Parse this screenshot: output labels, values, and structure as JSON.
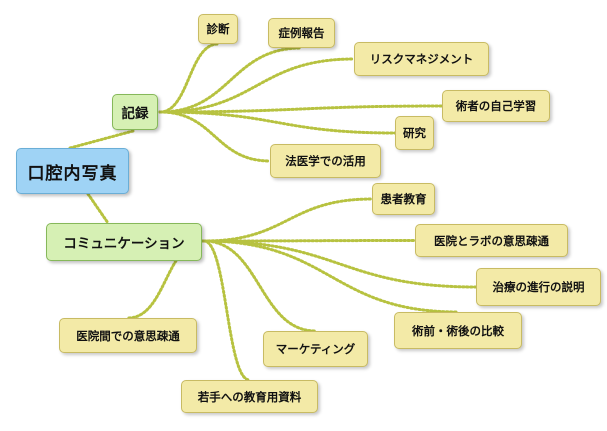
{
  "root": {
    "id": "root",
    "label": "口腔内写真"
  },
  "branches": [
    {
      "id": "record",
      "label": "記録",
      "children": [
        {
          "id": "diagnosis",
          "label": "診断"
        },
        {
          "id": "case-report",
          "label": "症例報告"
        },
        {
          "id": "risk-management",
          "label": "リスクマネジメント"
        },
        {
          "id": "self-study",
          "label": "術者の自己学習"
        },
        {
          "id": "research",
          "label": "研究"
        },
        {
          "id": "forensic",
          "label": "法医学での活用"
        }
      ]
    },
    {
      "id": "communication",
      "label": "コミュニケーション",
      "children": [
        {
          "id": "patient-education",
          "label": "患者教育"
        },
        {
          "id": "clinic-lab",
          "label": "医院とラボの意思疎通"
        },
        {
          "id": "treatment-explanation",
          "label": "治療の進行の説明"
        },
        {
          "id": "before-after",
          "label": "術前・術後の比較"
        },
        {
          "id": "marketing",
          "label": "マーケティング"
        },
        {
          "id": "junior-materials",
          "label": "若手への教育用資料"
        },
        {
          "id": "inter-clinic",
          "label": "医院間での意思疎通"
        }
      ]
    }
  ],
  "colors": {
    "connector": "#b7c240",
    "root_fill": "#9fd3f5",
    "branch_fill": "#d6f0b4",
    "leaf_fill": "#f3eaa7"
  }
}
